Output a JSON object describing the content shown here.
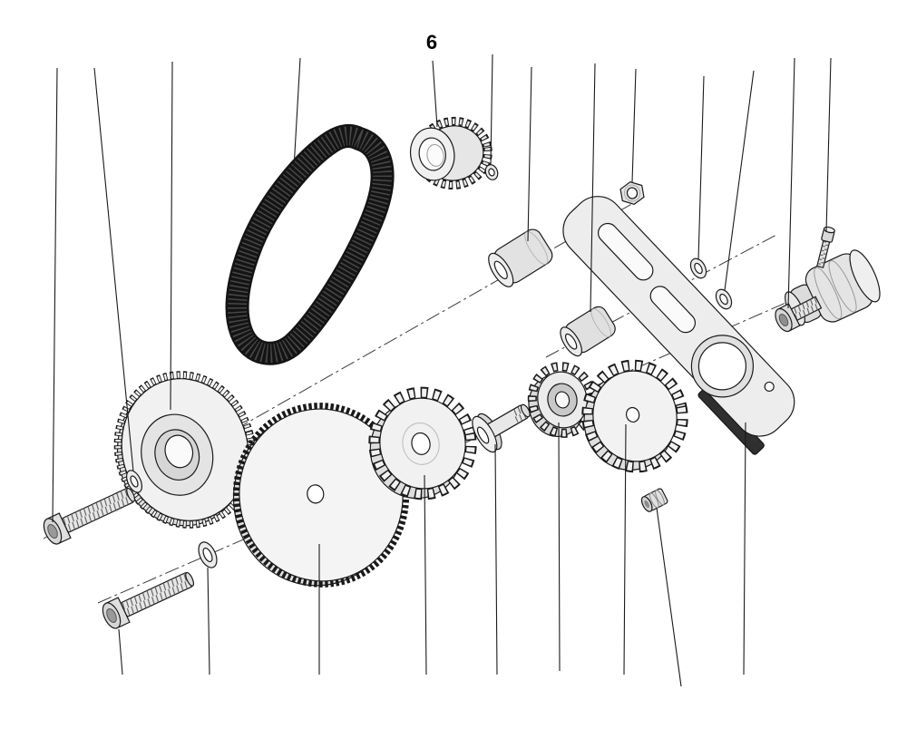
{
  "diagram": {
    "kind": "exploded-parts-view",
    "callout_label": "6",
    "parts": [
      "socket-head-bolt-1",
      "socket-head-bolt-2",
      "washer-1",
      "washer-2",
      "toothed-drive-pulley",
      "timing-belt",
      "pinion-pulley",
      "pinion-washer",
      "large-spur-gear",
      "medium-spur-gear",
      "stepped-shaft",
      "pinion-gear",
      "small-spur-gear",
      "spacer-bushing-1",
      "spacer-bushing-2",
      "hex-nut",
      "washer-3",
      "washer-4",
      "tensioner-arm",
      "set-screw",
      "roller-bolt",
      "roller-assembly",
      "adjusting-screw"
    ],
    "colors": {
      "line": "#1a1a1a",
      "fill_light": "#f1f1f1",
      "fill_mid": "#e2e2e2",
      "fill_dark": "#2f2f2f",
      "belt": "#141414",
      "background": "#ffffff"
    }
  }
}
